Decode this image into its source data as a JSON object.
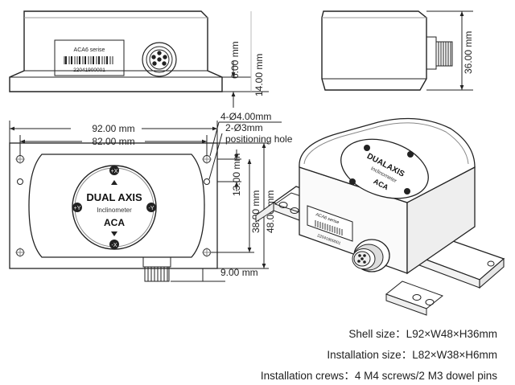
{
  "front_view": {
    "label_series": "ACA6 serise",
    "label_serial": "22041900001",
    "dim_connector_height": "6.00 mm",
    "dim_total_height": "14.00 mm"
  },
  "side_view": {
    "dim_height": "36.00 mm"
  },
  "top_view": {
    "dim_total_length": "92.00 mm",
    "dim_mount_length": "82.00 mm",
    "dim_hole_dia": "4-Ø4.00mm",
    "dim_pin_dia": "2-Ø3mm",
    "dim_pin_note": "positioning hole",
    "dim_hole_offset": "13.00 mm",
    "dim_mount_width": "38.00 mm",
    "dim_total_width": "48.00 mm",
    "dim_connector": "9.00 mm",
    "dial_title": "DUAL AXIS",
    "dial_subtitle": "Inclinometer",
    "dial_model": "ACA",
    "axis_plus_x": "+X",
    "axis_minus_x": "-X",
    "axis_plus_y": "+Y",
    "axis_minus_y": "-Y"
  },
  "iso_view": {
    "dial_title": "DUALAXIS",
    "dial_subtitle": "Inclinometer",
    "dial_model": "ACA",
    "label_series": "ACA6 serise",
    "label_serial": "22041900001"
  },
  "specs": [
    "Shell size：L92×W48×H36mm",
    "Installation size：L82×W38×H6mm",
    "Installation crews：4 M4 screws/2 M3 dowel pins"
  ]
}
